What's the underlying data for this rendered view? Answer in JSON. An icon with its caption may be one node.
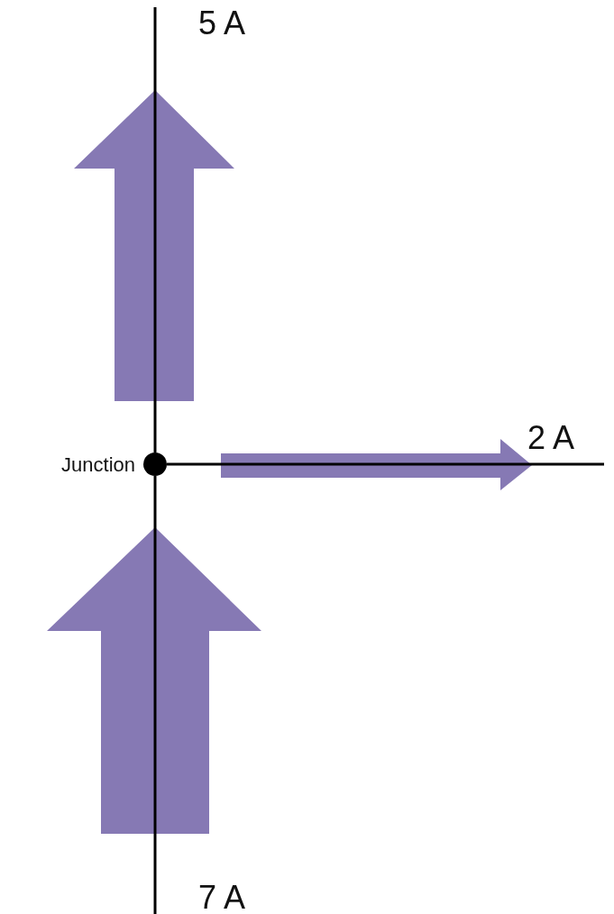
{
  "diagram": {
    "nodes": [
      {
        "text": [],
        "shape": "circle",
        "beside": [
          "Junction"
        ]
      },
      {
        "text": [
          "5 A"
        ]
      },
      {
        "text": [
          "2 A"
        ]
      },
      {
        "text": [
          "7 A"
        ]
      }
    ],
    "edges": [
      {
        "from": 3,
        "to": 0,
        "arrow": "none"
      },
      {
        "from": 0,
        "to": 1,
        "arrow": "none"
      },
      {
        "from": 0,
        "to": 2,
        "arrow": "none"
      }
    ]
  }
}
